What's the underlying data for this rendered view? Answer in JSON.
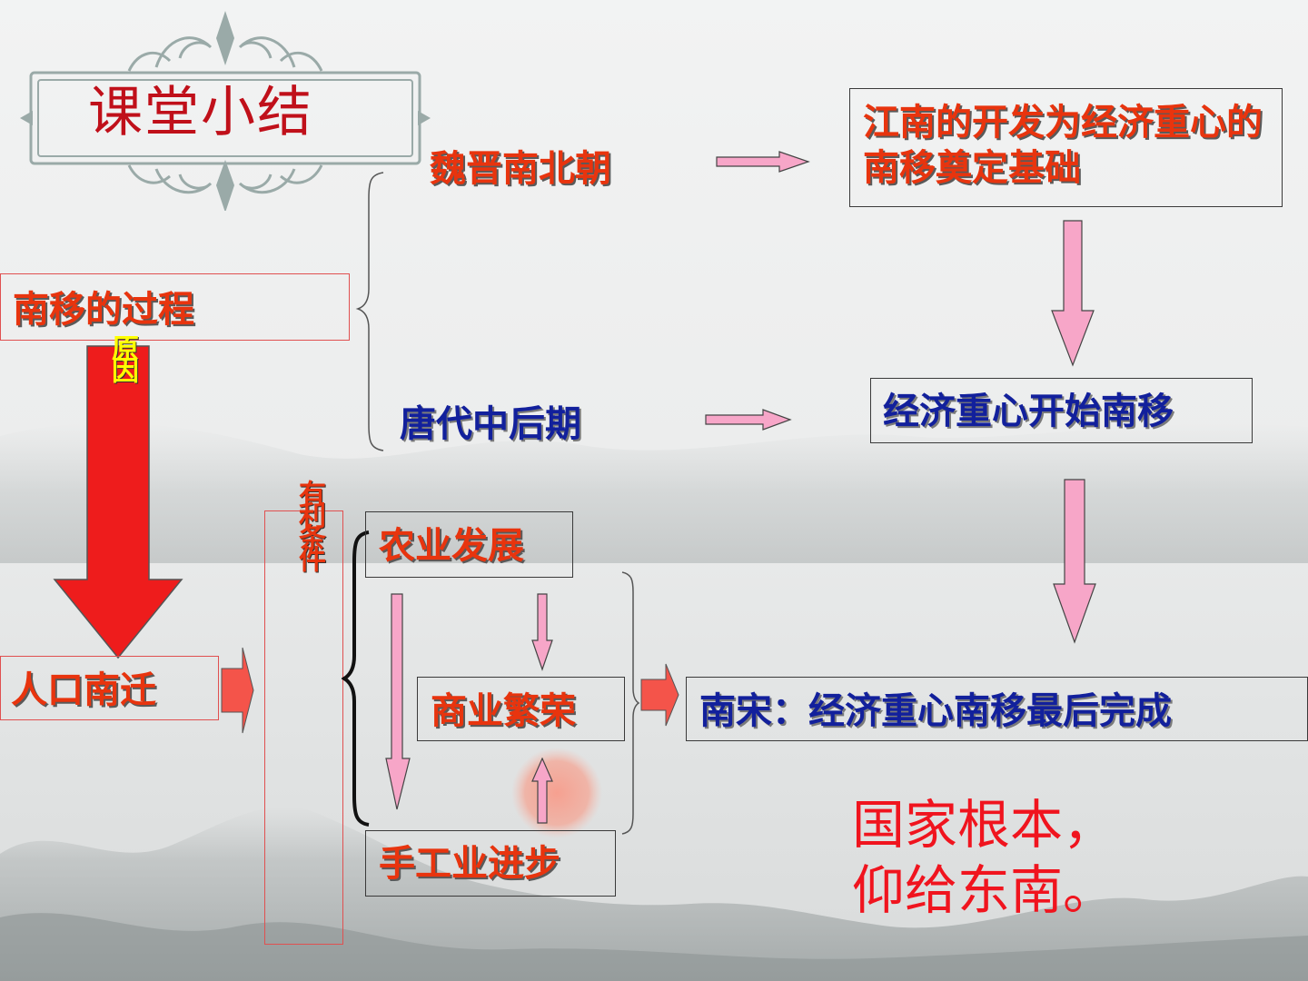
{
  "title": "课堂小结",
  "process_label": "南移的过程",
  "cause_tag": "原因",
  "migration_label": "人口南迁",
  "conditions_tag": "有利条件",
  "period1": "魏晋南北朝",
  "period2": "唐代中后期",
  "result1": "江南的开发为经济重心的南移奠定基础",
  "result2": "经济重心开始南移",
  "agriculture": "农业发展",
  "commerce": "商业繁荣",
  "handicraft": "手工业进步",
  "final_result": "南宋：经济重心南移最后完成",
  "quote_line1": "国家根本，",
  "quote_line2": "仰给东南。",
  "colors": {
    "title_red": "#c0101a",
    "label_red": "#e8340e",
    "label_blue": "#12209c",
    "arrow_pink": "#f7a6c8",
    "arrow_red": "#ee1c1c",
    "quote_red": "#f0141e"
  }
}
